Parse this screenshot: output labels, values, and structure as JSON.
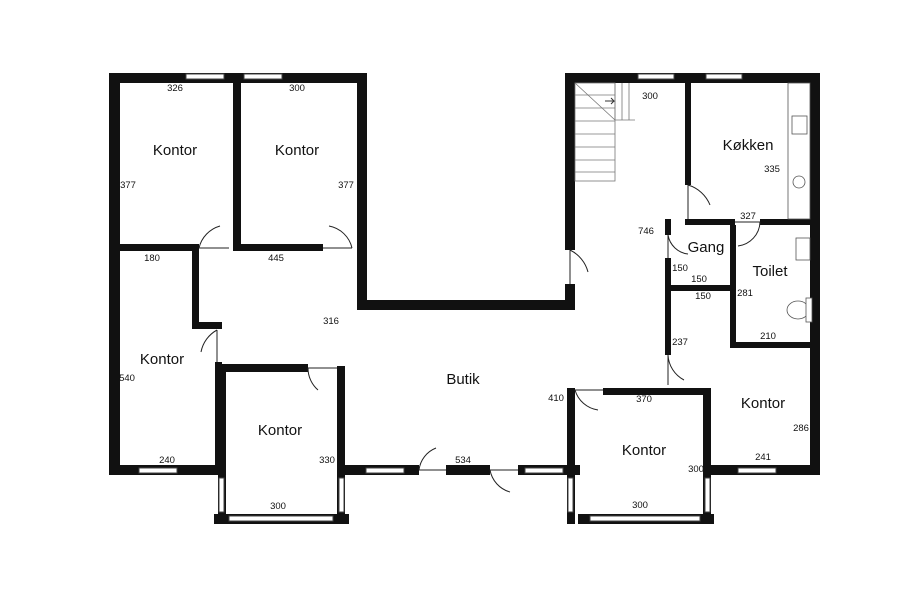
{
  "rooms": {
    "kontor_1": "Kontor",
    "kontor_2": "Kontor",
    "kontor_3": "Kontor",
    "kontor_4": "Kontor",
    "kontor_5": "Kontor",
    "kontor_6": "Kontor",
    "kokken": "Køkken",
    "gang": "Gang",
    "toilet": "Toilet",
    "butik": "Butik"
  },
  "dimensions": {
    "k1_width": "326",
    "k2_width": "300",
    "k1_height": "377",
    "k2_height": "377",
    "k3_top": "180",
    "corridor_445": "445",
    "butik_316": "316",
    "k3_height": "540",
    "k3_bottom": "240",
    "k4_bottom": "300",
    "k4_height": "330",
    "entrance_534": "534",
    "stair_top": "300",
    "kokken_height": "335",
    "kokken_bottom": "327",
    "hall_746": "746",
    "gang_150a": "150",
    "gang_150b": "150",
    "gang_150c": "150",
    "toilet_height": "281",
    "toilet_bottom": "210",
    "wall_237": "237",
    "k5_410": "410",
    "k5_top": "370",
    "k5_bottom": "300",
    "k5_height": "300",
    "k6_height": "286",
    "k6_bottom": "241"
  },
  "colors": {
    "wall": "#111111",
    "window": "#ffffff"
  }
}
